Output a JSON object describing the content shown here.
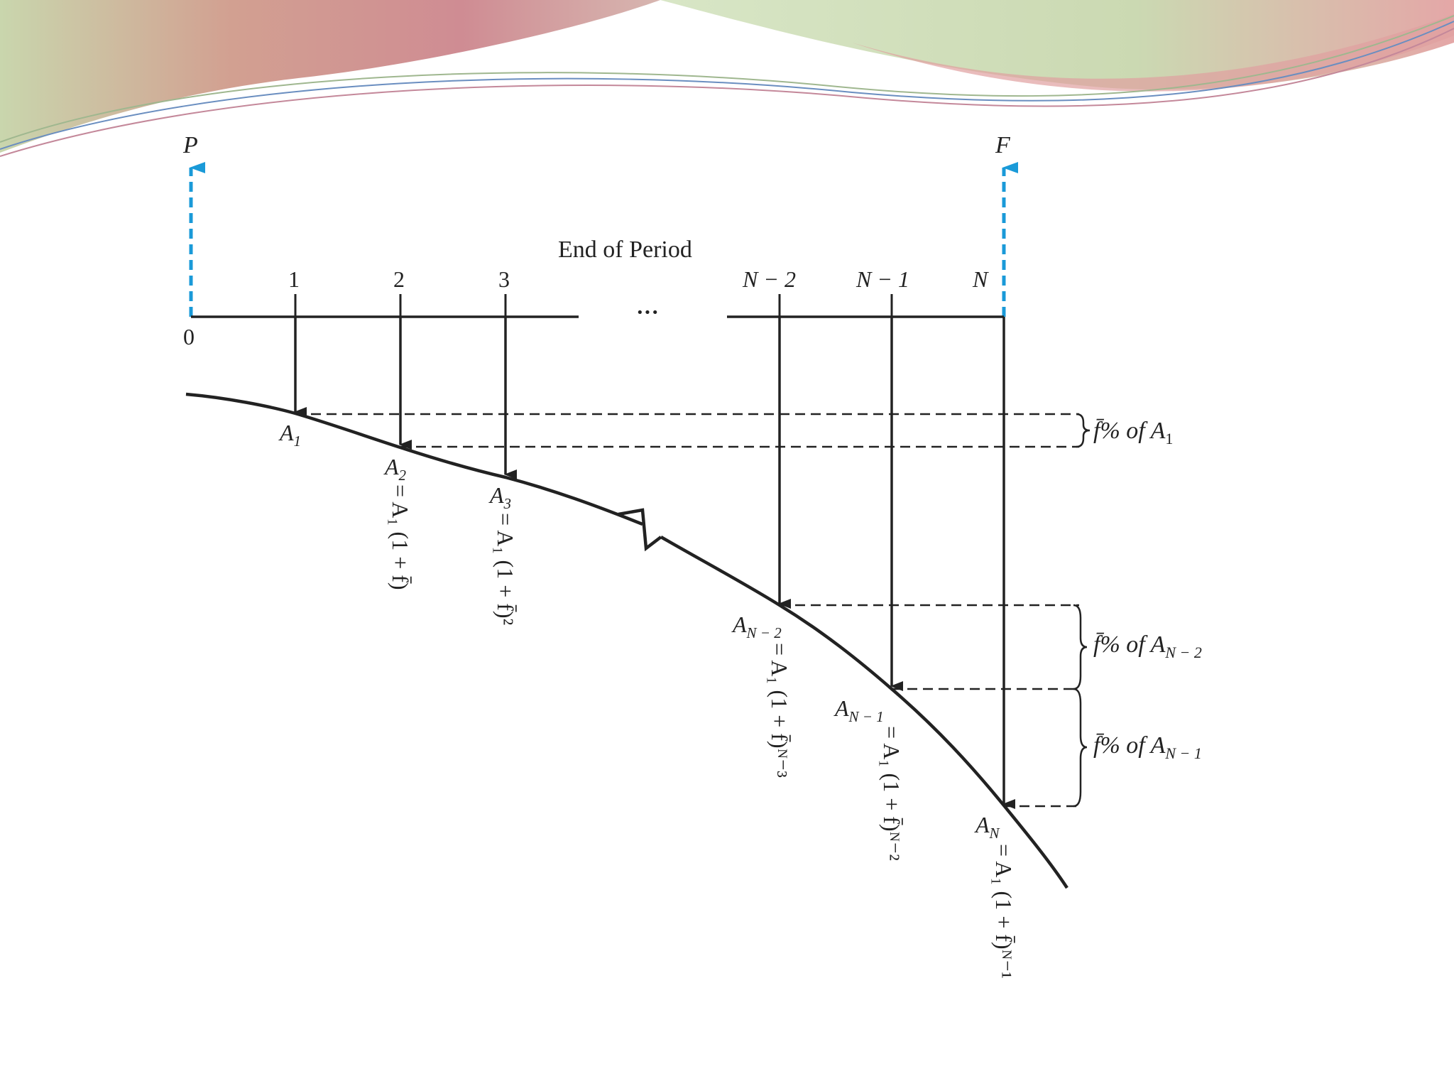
{
  "diagram": {
    "present_value_label": "P",
    "future_value_label": "F",
    "axis_title": "End of Period",
    "origin_label": "0",
    "ellipsis": "···",
    "period_labels": [
      "1",
      "2",
      "3",
      "N − 2",
      "N − 1",
      "N"
    ],
    "payment_labels": {
      "a1_base": "A",
      "a1_sub": "1",
      "a2_base": "A",
      "a2_sub": "2",
      "a3_base": "A",
      "a3_sub": "3",
      "an2_base": "A",
      "an2_sub": "N − 2",
      "an1_base": "A",
      "an1_sub": "N − 1",
      "an_base": "A",
      "an_sub": "N"
    },
    "formulas": {
      "a2": "= A₁ (1 + f̄)",
      "a3": "= A₁ (1 + f̄)²",
      "an2": "= A₁ (1 + f̄)ᴺ⁻³",
      "an1": "= A₁ (1 + f̄)ᴺ⁻²",
      "an": "= A₁ (1 + f̄)ᴺ⁻¹"
    },
    "growth_notes": {
      "note1_text": "f̄% of A",
      "note1_sub": "1",
      "note2_text": "f̄% of A",
      "note2_sub": "N − 2",
      "note3_text": "f̄% of A",
      "note3_sub": "N − 1"
    },
    "colors": {
      "cashflow_arrow": "#1a9ad8",
      "line": "#222222",
      "banner_pink": "#cf8f93",
      "banner_green": "#c9dab4"
    }
  }
}
